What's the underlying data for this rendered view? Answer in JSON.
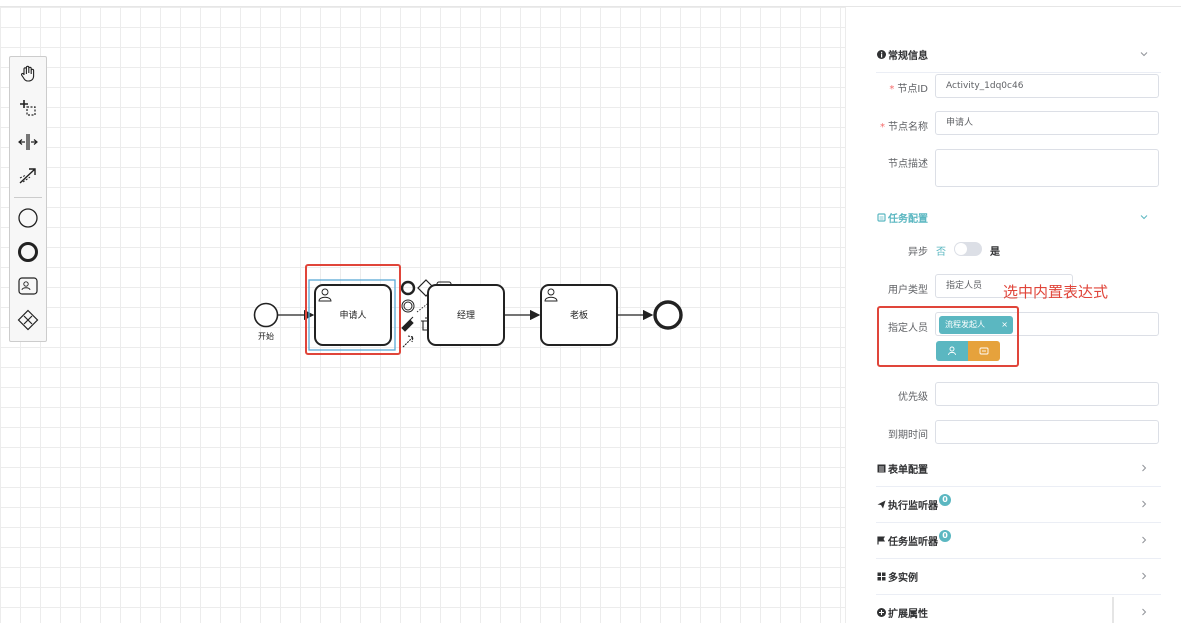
{
  "diagram": {
    "start_label": "开始",
    "task1_label": "申请人",
    "task2_label": "经理",
    "task3_label": "老板"
  },
  "panel": {
    "general": {
      "title": "常规信息"
    },
    "node_id": {
      "label": "节点ID",
      "value": "Activity_1dq0c46"
    },
    "node_name": {
      "label": "节点名称",
      "value": "申请人"
    },
    "node_desc": {
      "label": "节点描述",
      "value": ""
    },
    "task_config": {
      "title": "任务配置"
    },
    "async": {
      "label": "异步",
      "off": "否",
      "on": "是"
    },
    "user_type": {
      "label": "用户类型",
      "value": "指定人员"
    },
    "assignee": {
      "label": "指定人员",
      "tag": "流程发起人",
      "tag_close": "×"
    },
    "priority": {
      "label": "优先级",
      "value": ""
    },
    "due_time": {
      "label": "到期时间",
      "value": ""
    },
    "form_config": {
      "title": "表单配置"
    },
    "exec_listener": {
      "title": "执行监听器",
      "count": "0"
    },
    "task_listener": {
      "title": "任务监听器",
      "count": "0"
    },
    "multi_instance": {
      "title": "多实例"
    },
    "ext_props": {
      "title": "扩展属性"
    }
  },
  "annotation": {
    "text": "选中内置表达式"
  },
  "colors": {
    "accent": "#5bb7c1",
    "orange": "#e6a23c",
    "highlight": "#e0453a",
    "required": "#f56c6c"
  }
}
